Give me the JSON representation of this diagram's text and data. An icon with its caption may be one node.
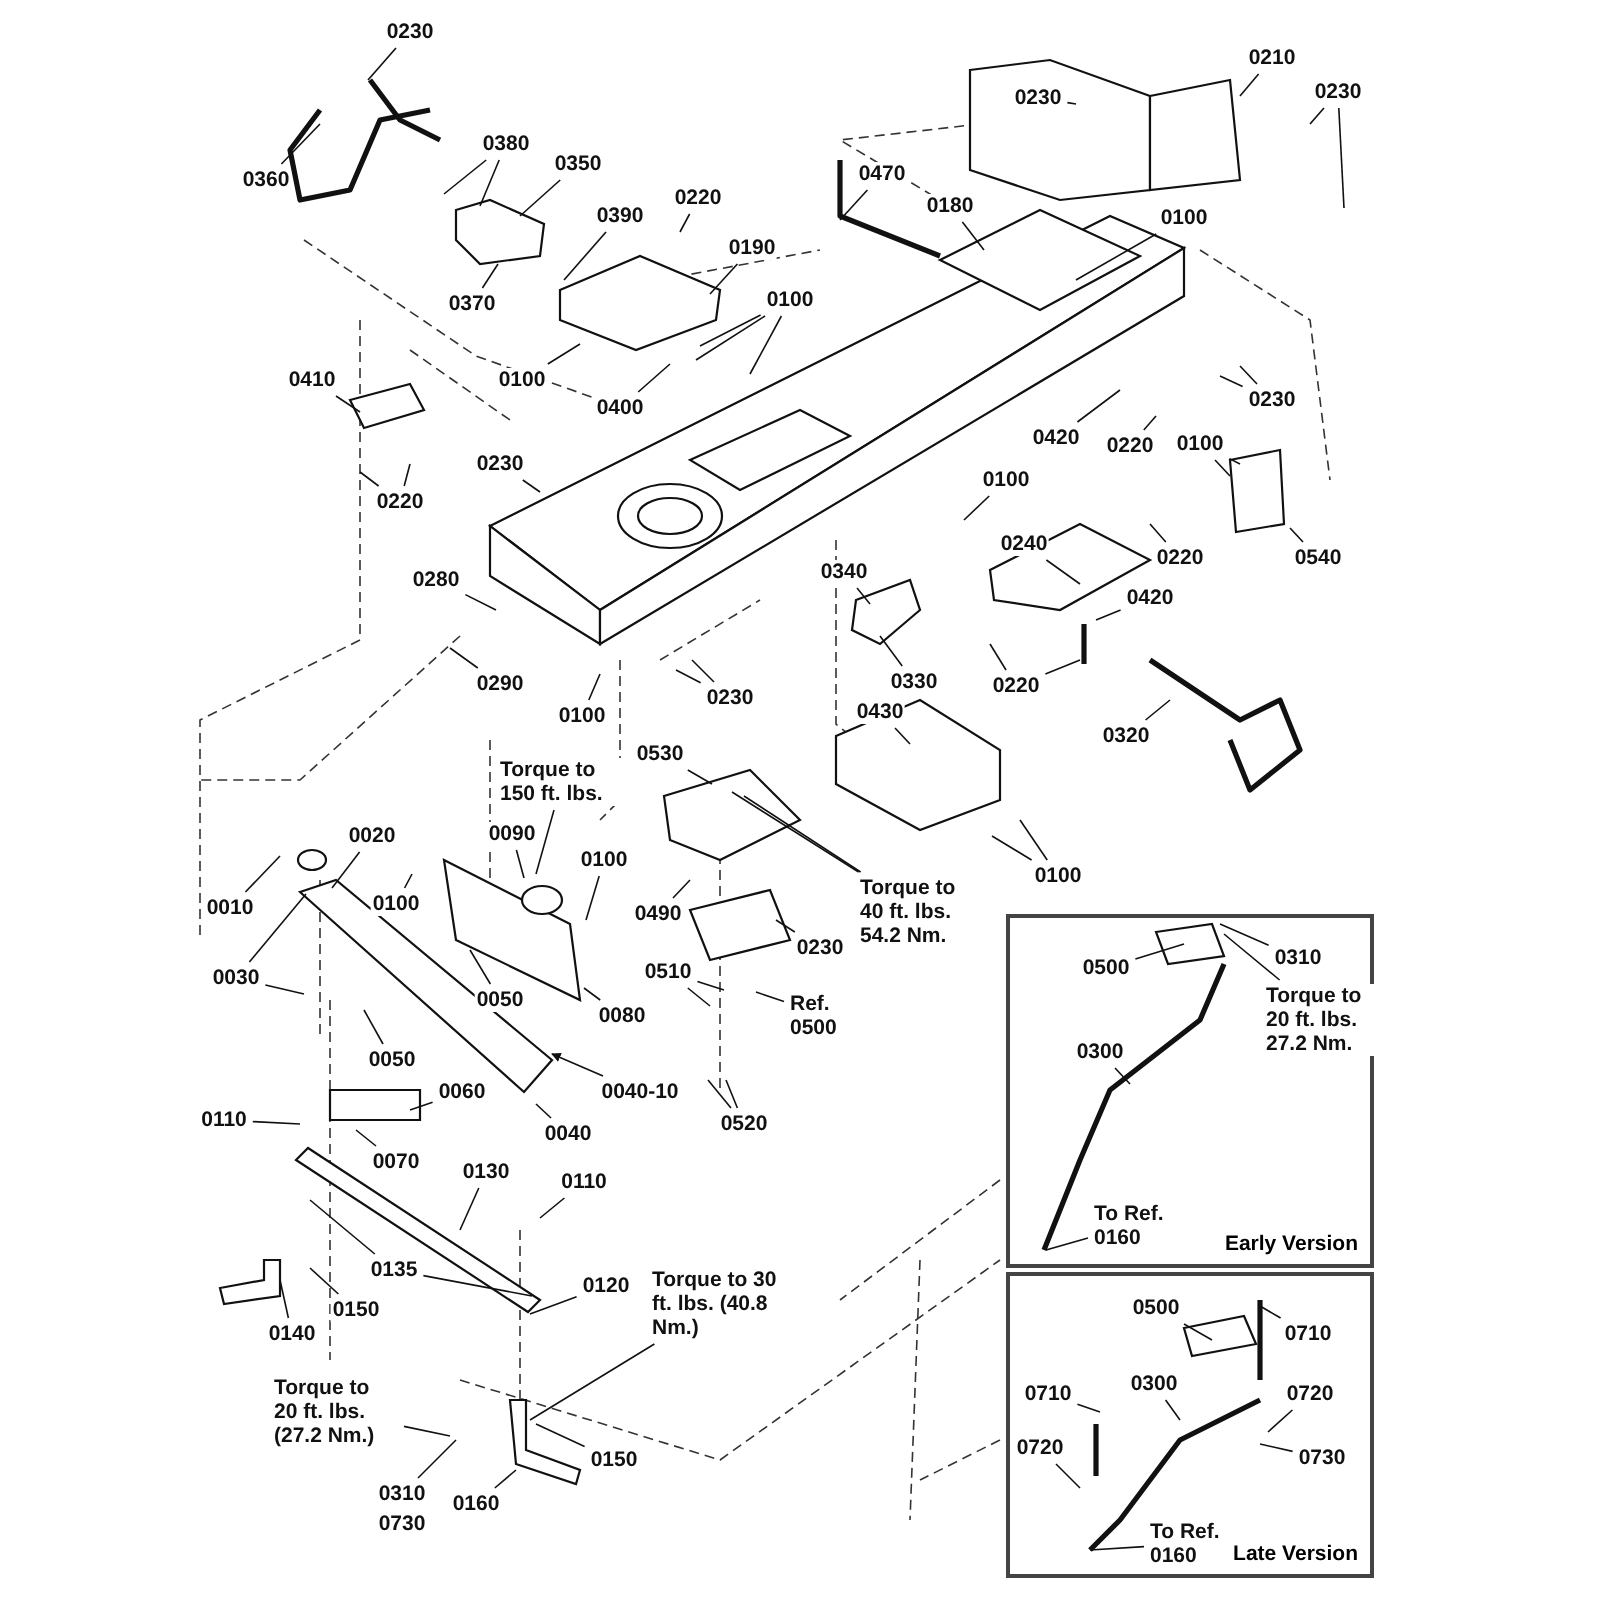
{
  "diagram": {
    "nodes": [
      {
        "text": [
          "0230"
        ]
      },
      {
        "text": [
          "0360"
        ]
      },
      {
        "text": [
          "0380"
        ]
      },
      {
        "text": [
          "0350"
        ]
      },
      {
        "text": [
          "0370"
        ]
      },
      {
        "text": [
          "0390"
        ]
      },
      {
        "text": [
          "0220"
        ]
      },
      {
        "text": [
          "0190"
        ]
      },
      {
        "text": [
          "0100"
        ]
      },
      {
        "text": [
          "0100"
        ]
      },
      {
        "text": [
          "0400"
        ]
      },
      {
        "text": [
          "0470"
        ]
      },
      {
        "text": [
          "0180"
        ]
      },
      {
        "text": [
          "0210"
        ]
      },
      {
        "text": [
          "0230"
        ]
      },
      {
        "text": [
          "0230"
        ]
      },
      {
        "text": [
          "0100"
        ]
      },
      {
        "text": [
          "0410"
        ]
      },
      {
        "text": [
          "0220"
        ]
      },
      {
        "text": [
          "0230"
        ]
      },
      {
        "text": [
          "0230"
        ]
      },
      {
        "text": [
          "0420"
        ]
      },
      {
        "text": [
          "0220"
        ]
      },
      {
        "text": [
          "0100"
        ]
      },
      {
        "text": [
          "0540"
        ]
      },
      {
        "text": [
          "0100"
        ]
      },
      {
        "text": [
          "0240"
        ]
      },
      {
        "text": [
          "0220"
        ]
      },
      {
        "text": [
          "0340"
        ]
      },
      {
        "text": [
          "0330"
        ]
      },
      {
        "text": [
          "0420"
        ]
      },
      {
        "text": [
          "0220"
        ]
      },
      {
        "text": [
          "0320"
        ]
      },
      {
        "text": [
          "0280"
        ]
      },
      {
        "text": [
          "0290"
        ]
      },
      {
        "text": [
          "0100"
        ]
      },
      {
        "text": [
          "0230"
        ]
      },
      {
        "text": [
          "0430"
        ]
      },
      {
        "text": [
          "0530"
        ]
      },
      {
        "text": [
          "Torque to 150 ft. lbs."
        ]
      },
      {
        "text": [
          "0090"
        ]
      },
      {
        "text": [
          "0100"
        ]
      },
      {
        "text": [
          "0100"
        ]
      },
      {
        "text": [
          "0020"
        ]
      },
      {
        "text": [
          "0010"
        ]
      },
      {
        "text": [
          "0030"
        ]
      },
      {
        "text": [
          "0050"
        ]
      },
      {
        "text": [
          "0080"
        ]
      },
      {
        "text": [
          "0490"
        ]
      },
      {
        "text": [
          "0100"
        ]
      },
      {
        "text": [
          "Torque to 40 ft. lbs. 54.2 Nm."
        ]
      },
      {
        "text": [
          "0230"
        ]
      },
      {
        "text": [
          "0510"
        ]
      },
      {
        "text": [
          "Ref. 0500"
        ]
      },
      {
        "text": [
          "0520"
        ]
      },
      {
        "text": [
          "0050"
        ]
      },
      {
        "text": [
          "0040-10"
        ]
      },
      {
        "text": [
          "0040"
        ]
      },
      {
        "text": [
          "0060"
        ]
      },
      {
        "text": [
          "0110"
        ]
      },
      {
        "text": [
          "0070"
        ]
      },
      {
        "text": [
          "0130"
        ]
      },
      {
        "text": [
          "0110"
        ]
      },
      {
        "text": [
          "0135"
        ]
      },
      {
        "text": [
          "0120"
        ]
      },
      {
        "text": [
          "0150"
        ]
      },
      {
        "text": [
          "0140"
        ]
      },
      {
        "text": [
          "Torque to 30 ft. lbs. (40.8 Nm.)"
        ]
      },
      {
        "text": [
          "Torque to 20 ft. lbs. (27.2 Nm.)"
        ]
      },
      {
        "text": [
          "0310"
        ]
      },
      {
        "text": [
          "0730"
        ]
      },
      {
        "text": [
          "0160"
        ]
      },
      {
        "text": [
          "0150"
        ]
      },
      {
        "text": [
          "Early Version"
        ]
      },
      {
        "text": [
          "0500"
        ],
        "in": 73
      },
      {
        "text": [
          "0310"
        ],
        "in": 73
      },
      {
        "text": [
          "Torque to 20 ft. lbs. 27.2 Nm."
        ],
        "in": 73
      },
      {
        "text": [
          "0300"
        ],
        "in": 73
      },
      {
        "text": [
          "To Ref. 0160"
        ],
        "in": 73
      },
      {
        "text": [
          "Late Version"
        ]
      },
      {
        "text": [
          "0500"
        ],
        "in": 79
      },
      {
        "text": [
          "0710"
        ],
        "in": 79
      },
      {
        "text": [
          "0300"
        ],
        "in": 79
      },
      {
        "text": [
          "0720"
        ],
        "in": 79
      },
      {
        "text": [
          "0710"
        ],
        "in": 79
      },
      {
        "text": [
          "0720"
        ],
        "in": 79
      },
      {
        "text": [
          "0730"
        ],
        "in": 79
      },
      {
        "text": [
          "To Ref. 0160"
        ],
        "in": 79
      }
    ],
    "edges": [
      {
        "from": 0,
        "to": null,
        "arrow": "none"
      },
      {
        "from": 1,
        "to": null,
        "arrow": "none"
      },
      {
        "from": 2,
        "to": null,
        "arrow": "none"
      },
      {
        "from": 2,
        "to": null,
        "arrow": "none"
      },
      {
        "from": 3,
        "to": null,
        "arrow": "none"
      },
      {
        "from": 4,
        "to": null,
        "arrow": "none"
      },
      {
        "from": 5,
        "to": null,
        "arrow": "none"
      },
      {
        "from": 6,
        "to": null,
        "arrow": "none"
      },
      {
        "from": 7,
        "to": null,
        "arrow": "none"
      },
      {
        "from": 8,
        "to": null,
        "arrow": "none"
      },
      {
        "from": 8,
        "to": null,
        "arrow": "none"
      },
      {
        "from": 8,
        "to": null,
        "arrow": "none"
      },
      {
        "from": 9,
        "to": null,
        "arrow": "none"
      },
      {
        "from": 10,
        "to": null,
        "arrow": "none"
      },
      {
        "from": 11,
        "to": null,
        "arrow": "none"
      },
      {
        "from": 12,
        "to": null,
        "arrow": "none"
      },
      {
        "from": 13,
        "to": null,
        "arrow": "none"
      },
      {
        "from": 14,
        "to": null,
        "arrow": "none"
      },
      {
        "from": 15,
        "to": null,
        "arrow": "none"
      },
      {
        "from": 15,
        "to": null,
        "arrow": "none"
      },
      {
        "from": 16,
        "to": null,
        "arrow": "none"
      },
      {
        "from": 17,
        "to": null,
        "arrow": "none"
      },
      {
        "from": 18,
        "to": null,
        "arrow": "none"
      },
      {
        "from": 18,
        "to": null,
        "arrow": "none"
      },
      {
        "from": 19,
        "to": null,
        "arrow": "none"
      },
      {
        "from": 20,
        "to": null,
        "arrow": "none"
      },
      {
        "from": 20,
        "to": null,
        "arrow": "none"
      },
      {
        "from": 21,
        "to": null,
        "arrow": "none"
      },
      {
        "from": 22,
        "to": null,
        "arrow": "none"
      },
      {
        "from": 23,
        "to": null,
        "arrow": "none"
      },
      {
        "from": 23,
        "to": null,
        "arrow": "none"
      },
      {
        "from": 24,
        "to": null,
        "arrow": "none"
      },
      {
        "from": 25,
        "to": null,
        "arrow": "none"
      },
      {
        "from": 26,
        "to": null,
        "arrow": "none"
      },
      {
        "from": 27,
        "to": null,
        "arrow": "none"
      },
      {
        "from": 28,
        "to": null,
        "arrow": "none"
      },
      {
        "from": 29,
        "to": null,
        "arrow": "none"
      },
      {
        "from": 30,
        "to": null,
        "arrow": "none"
      },
      {
        "from": 31,
        "to": null,
        "arrow": "none"
      },
      {
        "from": 31,
        "to": null,
        "arrow": "none"
      },
      {
        "from": 32,
        "to": null,
        "arrow": "none"
      },
      {
        "from": 33,
        "to": null,
        "arrow": "none"
      },
      {
        "from": 34,
        "to": null,
        "arrow": "none"
      },
      {
        "from": 35,
        "to": null,
        "arrow": "none"
      },
      {
        "from": 36,
        "to": null,
        "arrow": "none"
      },
      {
        "from": 36,
        "to": null,
        "arrow": "none"
      },
      {
        "from": 37,
        "to": null,
        "arrow": "none"
      },
      {
        "from": 38,
        "to": null,
        "arrow": "none"
      },
      {
        "from": 39,
        "to": null,
        "arrow": "none"
      },
      {
        "from": 40,
        "to": null,
        "arrow": "none"
      },
      {
        "from": 41,
        "to": null,
        "arrow": "none"
      },
      {
        "from": 42,
        "to": null,
        "arrow": "none"
      },
      {
        "from": 43,
        "to": null,
        "arrow": "none"
      },
      {
        "from": 44,
        "to": null,
        "arrow": "none"
      },
      {
        "from": 45,
        "to": null,
        "arrow": "none"
      },
      {
        "from": 45,
        "to": null,
        "arrow": "none"
      },
      {
        "from": 46,
        "to": null,
        "arrow": "none"
      },
      {
        "from": 47,
        "to": null,
        "arrow": "none"
      },
      {
        "from": 48,
        "to": null,
        "arrow": "none"
      },
      {
        "from": 49,
        "to": null,
        "arrow": "none"
      },
      {
        "from": 49,
        "to": null,
        "arrow": "none"
      },
      {
        "from": 50,
        "to": null,
        "arrow": "none"
      },
      {
        "from": 50,
        "to": null,
        "arrow": "none"
      },
      {
        "from": 51,
        "to": null,
        "arrow": "none"
      },
      {
        "from": 52,
        "to": null,
        "arrow": "none"
      },
      {
        "from": 52,
        "to": null,
        "arrow": "none"
      },
      {
        "from": 53,
        "to": null,
        "arrow": "none"
      },
      {
        "from": 54,
        "to": null,
        "arrow": "none"
      },
      {
        "from": 54,
        "to": null,
        "arrow": "none"
      },
      {
        "from": 55,
        "to": null,
        "arrow": "none"
      },
      {
        "from": 56,
        "to": null,
        "arrow": "to"
      },
      {
        "from": 57,
        "to": null,
        "arrow": "none"
      },
      {
        "from": 58,
        "to": null,
        "arrow": "none"
      },
      {
        "from": 59,
        "to": null,
        "arrow": "none"
      },
      {
        "from": 60,
        "to": null,
        "arrow": "none"
      },
      {
        "from": 61,
        "to": null,
        "arrow": "none"
      },
      {
        "from": 62,
        "to": null,
        "arrow": "none"
      },
      {
        "from": 63,
        "to": null,
        "arrow": "none"
      },
      {
        "from": 63,
        "to": null,
        "arrow": "none"
      },
      {
        "from": 64,
        "to": null,
        "arrow": "none"
      },
      {
        "from": 65,
        "to": null,
        "arrow": "none"
      },
      {
        "from": 66,
        "to": null,
        "arrow": "none"
      },
      {
        "from": 67,
        "to": null,
        "arrow": "none"
      },
      {
        "from": 68,
        "to": null,
        "arrow": "none"
      },
      {
        "from": 69,
        "to": null,
        "arrow": "none"
      },
      {
        "from": 71,
        "to": null,
        "arrow": "none"
      },
      {
        "from": 72,
        "to": null,
        "arrow": "none"
      },
      {
        "from": 74,
        "to": null,
        "arrow": "none"
      },
      {
        "from": 75,
        "to": null,
        "arrow": "none"
      },
      {
        "from": 76,
        "to": null,
        "arrow": "none"
      },
      {
        "from": 77,
        "to": null,
        "arrow": "none"
      },
      {
        "from": 78,
        "to": null,
        "arrow": "none"
      },
      {
        "from": 80,
        "to": null,
        "arrow": "none"
      },
      {
        "from": 81,
        "to": null,
        "arrow": "none"
      },
      {
        "from": 82,
        "to": null,
        "arrow": "none"
      },
      {
        "from": 83,
        "to": null,
        "arrow": "none"
      },
      {
        "from": 84,
        "to": null,
        "arrow": "none"
      },
      {
        "from": 85,
        "to": null,
        "arrow": "none"
      },
      {
        "from": 86,
        "to": null,
        "arrow": "none"
      },
      {
        "from": 87,
        "to": null,
        "arrow": "none"
      }
    ]
  }
}
